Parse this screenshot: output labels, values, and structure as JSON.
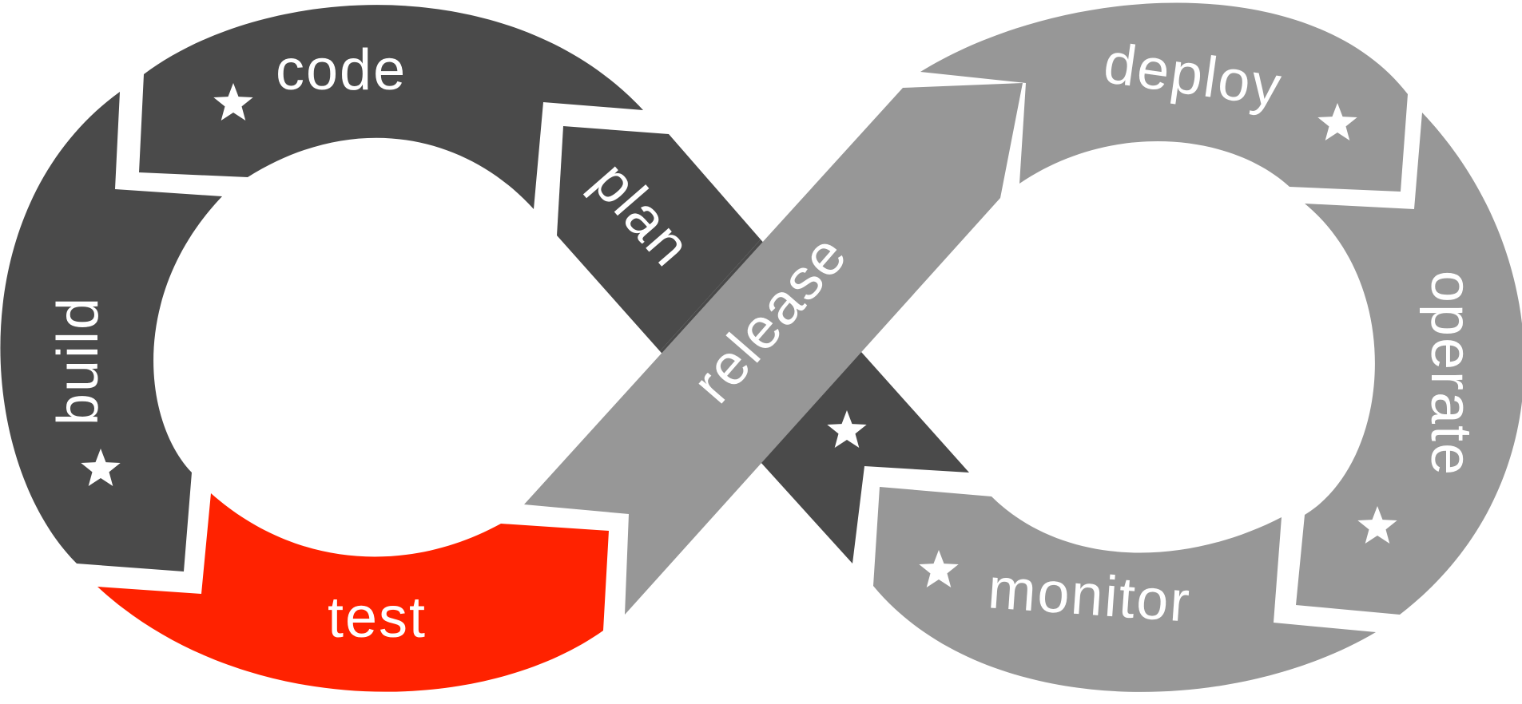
{
  "colors": {
    "dev_loop": "#4a4a4a",
    "ops_loop": "#979797",
    "highlight": "#ff2200",
    "background": "#ffffff",
    "text": "#ffffff"
  },
  "stages": {
    "plan": "plan",
    "code": "code",
    "build": "build",
    "test": "test",
    "release": "release",
    "deploy": "deploy",
    "operate": "operate",
    "monitor": "monitor"
  },
  "highlighted_stage": "test",
  "icons": {
    "marker": "star-icon"
  }
}
